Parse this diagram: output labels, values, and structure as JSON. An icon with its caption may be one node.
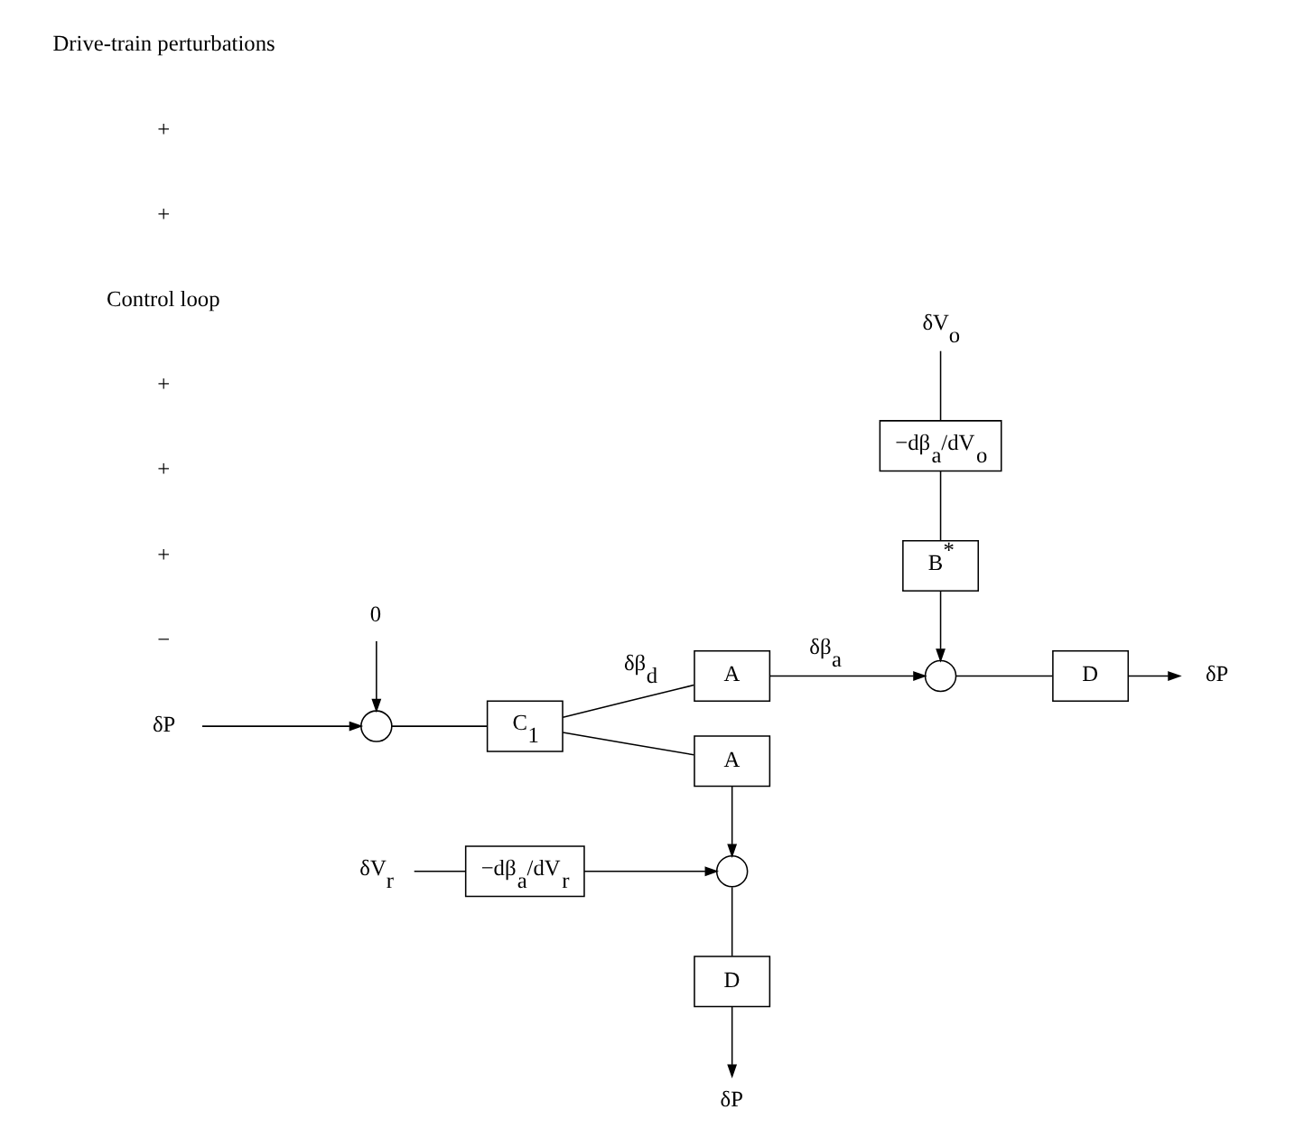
{
  "diagram": {
    "nodes": [
      {
        "text": [
          "δP"
        ]
      },
      {
        "text": [
          "0"
        ]
      },
      {
        "text": [],
        "shape": "circle"
      },
      {
        "text": [
          "C$_{1}$"
        ]
      },
      {
        "text": [
          "A"
        ]
      },
      {
        "text": [
          "δV$_{o}$"
        ]
      },
      {
        "text": [
          "−dβ$_{a}$/dV$_{o}$"
        ]
      },
      {
        "text": [
          "B$^{*}$"
        ]
      },
      {
        "text": [],
        "shape": "circle"
      },
      {
        "text": [
          "D"
        ]
      },
      {
        "text": [
          "δP"
        ]
      },
      {
        "text": [
          "A"
        ]
      },
      {
        "text": [
          "δV$_{r}$"
        ]
      },
      {
        "text": [
          "−dβ$_{a}$/dV$_{r}$"
        ]
      },
      {
        "text": [],
        "shape": "circle"
      },
      {
        "text": [
          "D"
        ]
      },
      {
        "text": [
          "δP"
        ]
      }
    ],
    "edges": [
      {
        "from": 0,
        "to": 2,
        "arrow": "to"
      },
      {
        "from": 1,
        "to": 2,
        "arrow": "to"
      },
      {
        "from": 2,
        "to": 3,
        "arrow": "none"
      },
      {
        "from": 3,
        "to": 4,
        "arrow": "none",
        "label": "δβ$_{d}$"
      },
      {
        "from": 3,
        "to": 11,
        "arrow": "none"
      },
      {
        "from": 4,
        "to": 8,
        "arrow": "to",
        "label": "δβ$_{a}$"
      },
      {
        "from": 5,
        "to": 6,
        "arrow": "none"
      },
      {
        "from": 6,
        "to": 7,
        "arrow": "none"
      },
      {
        "from": 7,
        "to": 8,
        "arrow": "to"
      },
      {
        "from": 8,
        "to": 9,
        "arrow": "none"
      },
      {
        "from": 9,
        "to": 10,
        "arrow": "to"
      },
      {
        "from": 11,
        "to": 14,
        "arrow": "to"
      },
      {
        "from": 12,
        "to": 13,
        "arrow": "none"
      },
      {
        "from": 13,
        "to": 14,
        "arrow": "to"
      },
      {
        "from": 14,
        "to": 15,
        "arrow": "none"
      },
      {
        "from": 15,
        "to": 16,
        "arrow": "to"
      }
    ],
    "labels": [
      "−",
      "+",
      "+",
      "+",
      "Control loop",
      "+",
      "+",
      "Drive-train perturbations"
    ]
  }
}
